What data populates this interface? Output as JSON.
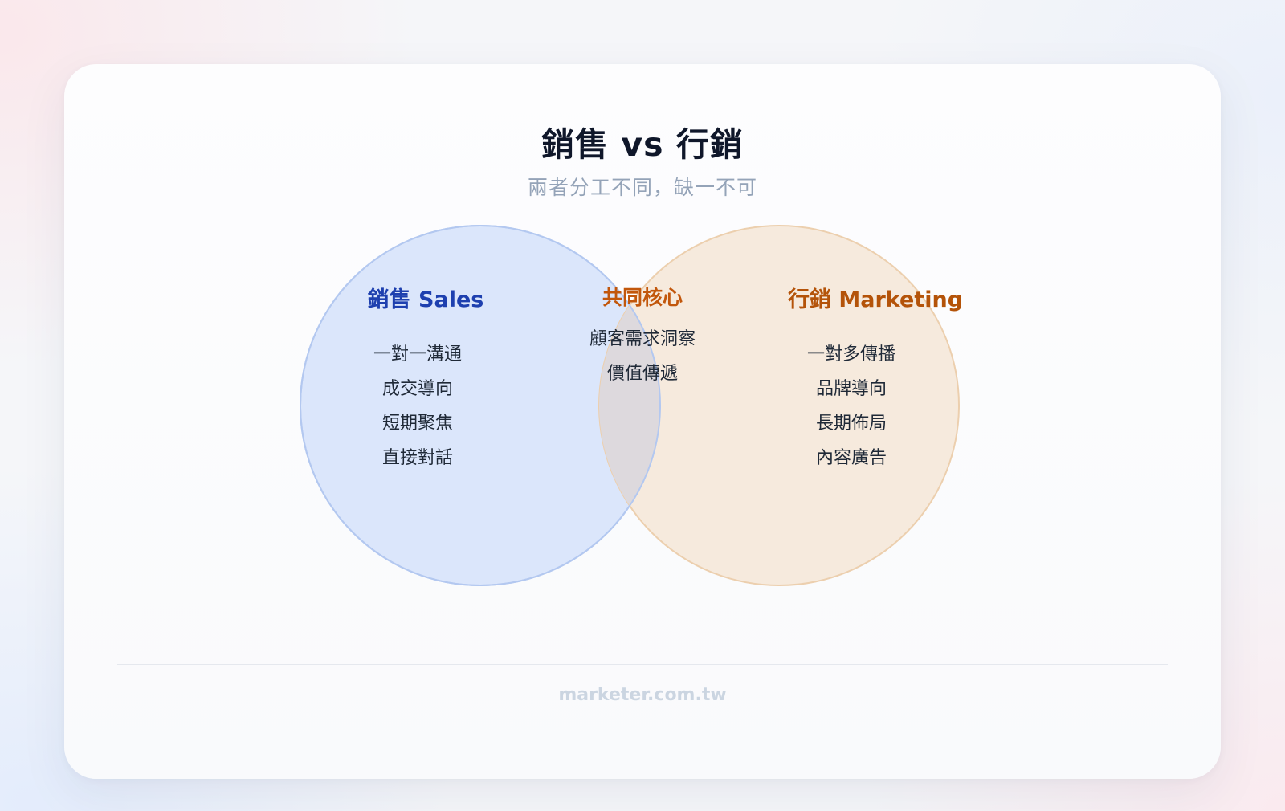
{
  "title": "銷售 vs 行銷",
  "subtitle": "兩者分工不同，缺一不可",
  "venn": {
    "sales": {
      "heading": "銷售 Sales",
      "color": "#1e40af",
      "fill": "#dbe6fb",
      "stroke": "#b3c8f0",
      "items": [
        "一對一溝通",
        "成交導向",
        "短期聚焦",
        "直接對話"
      ]
    },
    "core": {
      "heading": "共同核心",
      "color": "#c2570c",
      "fill": "#ddd9dd",
      "items": [
        "顧客需求洞察",
        "價值傳遞"
      ]
    },
    "marketing": {
      "heading": "行銷 Marketing",
      "color": "#b45309",
      "fill": "#f6eadd",
      "stroke": "#eccfae",
      "items": [
        "一對多傳播",
        "品牌導向",
        "長期佈局",
        "內容廣告"
      ]
    }
  },
  "footer": "marketer.com.tw"
}
